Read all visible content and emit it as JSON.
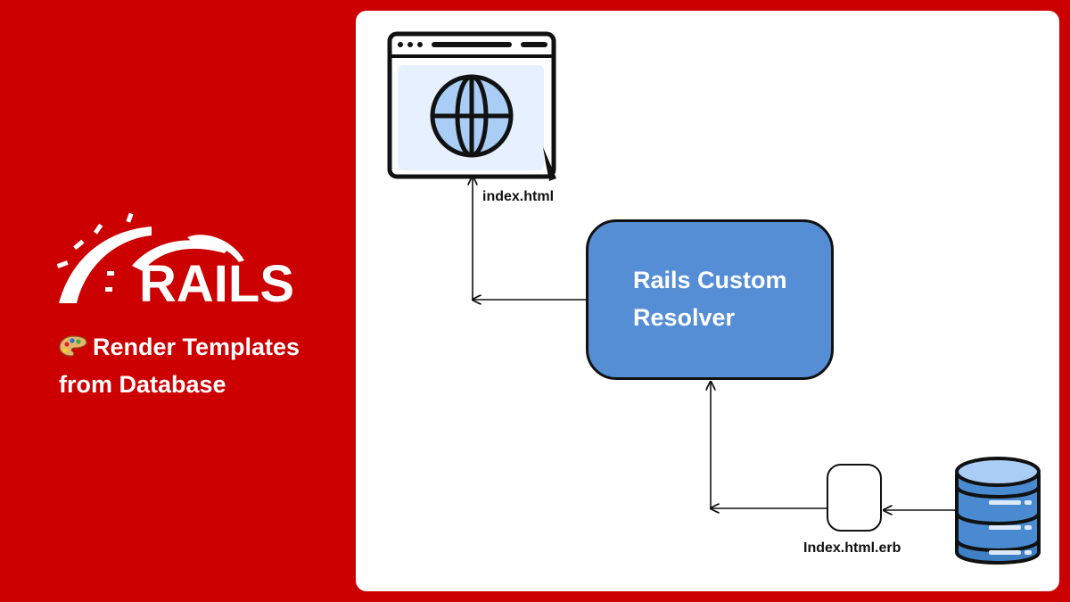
{
  "branding": {
    "logo_text": "RAILS",
    "tagline_line1": "Render Templates",
    "tagline_line2": "from Database",
    "palette_icon": "artist-palette-icon",
    "colors": {
      "background": "#cc0000",
      "node_fill": "#558ed5",
      "db_fill": "#4a86c8"
    }
  },
  "diagram": {
    "browser_icon": "browser-globe-icon",
    "output_label": "index.html",
    "resolver_label_line1": "Rails Custom",
    "resolver_label_line2": "Resolver",
    "template_label": "Index.html.erb",
    "database_icon": "database-icon"
  }
}
